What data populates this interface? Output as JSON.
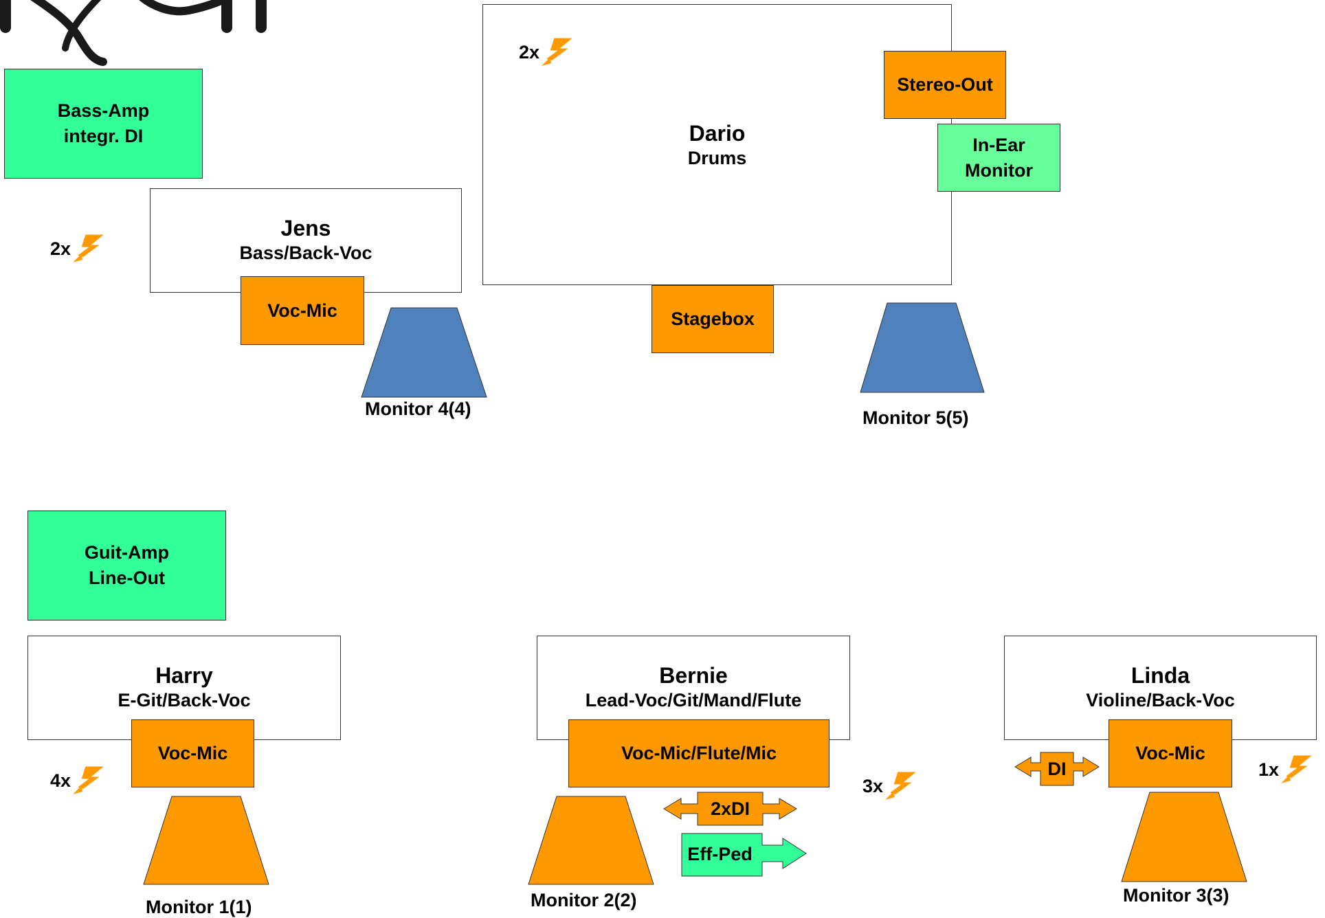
{
  "logo": {
    "text": "KXH"
  },
  "people": {
    "jens": {
      "name": "Jens",
      "role": "Bass/Back-Voc"
    },
    "dario": {
      "name": "Dario",
      "role": "Drums"
    },
    "harry": {
      "name": "Harry",
      "role": "E-Git/Back-Voc"
    },
    "bernie": {
      "name": "Bernie",
      "role": "Lead-Voc/Git/Mand/Flute"
    },
    "linda": {
      "name": "Linda",
      "role": "Violine/Back-Voc"
    }
  },
  "equipment": {
    "bass_amp": {
      "line1": "Bass-Amp",
      "line2": "integr. DI"
    },
    "guit_amp": {
      "line1": "Guit-Amp",
      "line2": "Line-Out"
    },
    "stereo_out": "Stereo-Out",
    "in_ear": {
      "line1": "In-Ear",
      "line2": "Monitor"
    },
    "stagebox": "Stagebox",
    "jens_mic": "Voc-Mic",
    "harry_mic": "Voc-Mic",
    "bernie_mic": "Voc-Mic/Flute/Mic",
    "linda_mic": "Voc-Mic",
    "bernie_di": "2xDI",
    "linda_di": "DI",
    "eff_ped": "Eff-Ped"
  },
  "monitors": {
    "m1": "Monitor 1(1)",
    "m2": "Monitor 2(2)",
    "m3": "Monitor 3(3)",
    "m4": "Monitor 4(4)",
    "m5": "Monitor 5(5)"
  },
  "power": {
    "dario": "2x",
    "jens": "2x",
    "harry": "4x",
    "bernie": "3x",
    "linda": "1x"
  },
  "colors": {
    "orange": "#ff9900",
    "green": "#33ff99",
    "light_green": "#66ff99",
    "blue_monitor": "#4f81bd",
    "lightning": "#ff9900"
  },
  "icons": {
    "power": "lightning-icon",
    "monitor": "wedge-monitor-icon"
  }
}
